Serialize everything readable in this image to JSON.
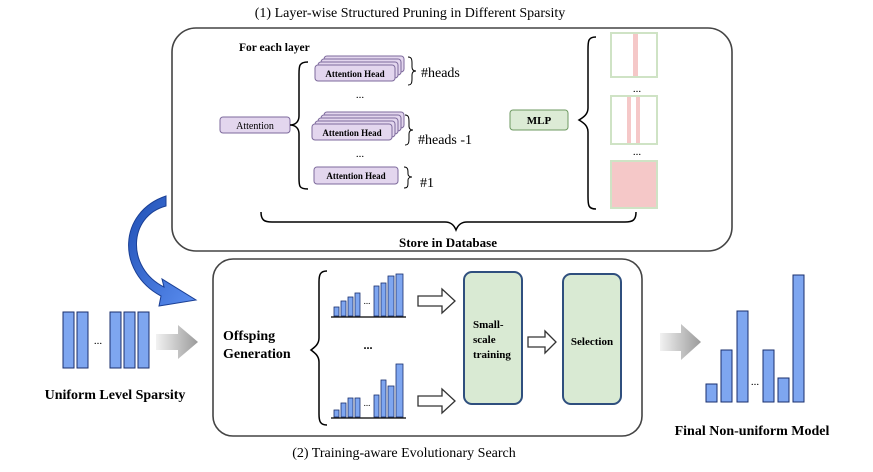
{
  "top_title": "(1) Layer-wise Structured Pruning in Different Sparsity",
  "bottom_title": "(2) Training-aware Evolutionary Search",
  "for_each_layer": "For each layer",
  "attention_label": "Attention",
  "attention_head_label": "Attention Head",
  "heads_labels": [
    "#heads",
    "#heads -1",
    "#1"
  ],
  "mlp_label": "MLP",
  "store_label": "Store in Database",
  "ellipsis": "...",
  "offspring_label_1": "Offsping",
  "offspring_label_2": "Generation",
  "small_scale_lines": [
    "Small-",
    "scale",
    "training"
  ],
  "selection_label": "Selection",
  "uniform_label": "Uniform Level Sparsity",
  "final_label": "Final Non-uniform Model",
  "colors": {
    "bar_fill": "#7ea6f0",
    "bar_stroke": "#1a2f6e",
    "head_fill": "#e3d6ee",
    "head_stroke": "#7d6a9c",
    "mlp_fill": "#dcebd5",
    "mlp_stroke": "#6e9a61",
    "green_box_fill": "#d9ead3",
    "green_box_stroke": "#2f4f7e",
    "prune_pink": "#f5c8c8",
    "prune_border": "#cfe3c5",
    "arrow_blue": "#3d6fd6"
  }
}
